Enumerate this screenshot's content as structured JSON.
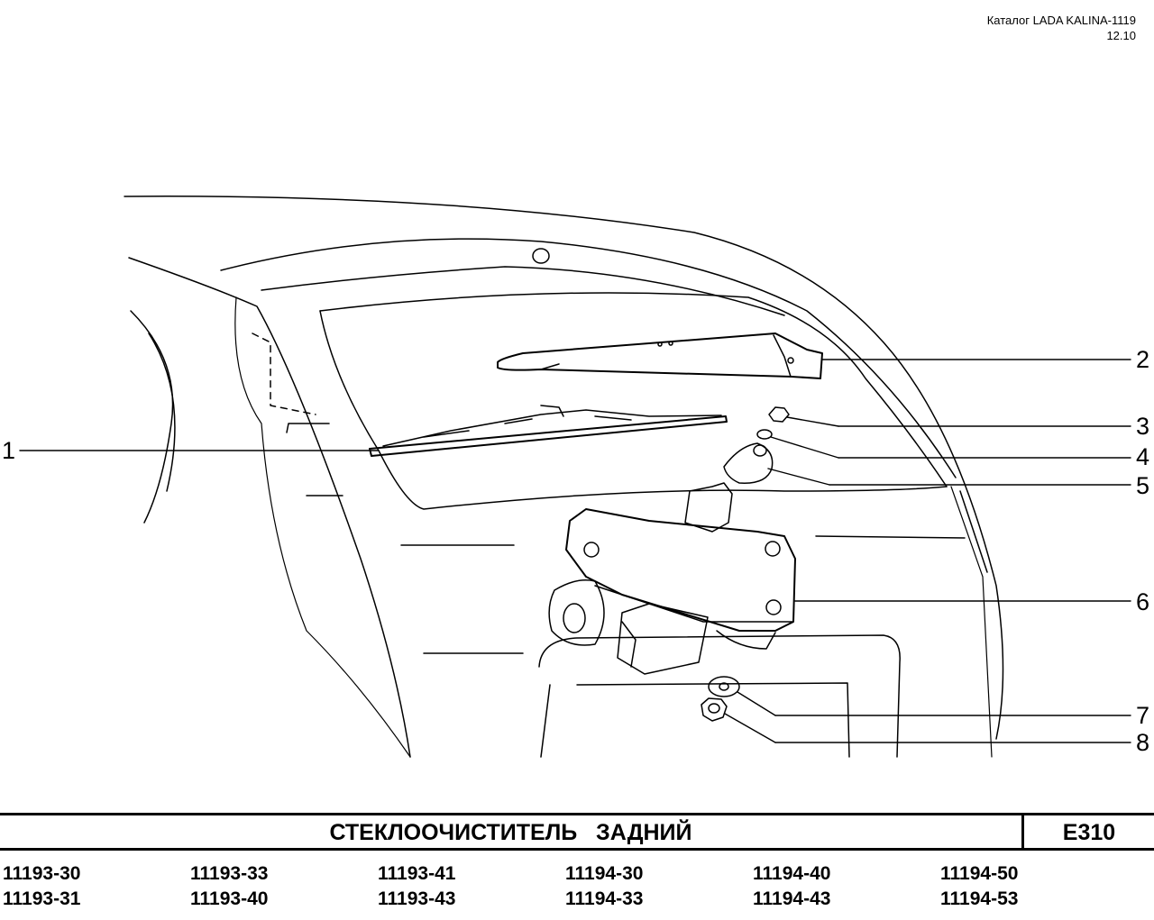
{
  "header": {
    "catalog": "Каталог LADA KALINA-1119",
    "date": "12.10"
  },
  "callouts": [
    "1",
    "2",
    "3",
    "4",
    "5",
    "6",
    "7",
    "8"
  ],
  "title": "СТЕКЛООЧИСТИТЕЛЬ   ЗАДНИЙ",
  "code": "E310",
  "models": [
    [
      "11193-30",
      "11193-31"
    ],
    [
      "11193-33",
      "11193-40"
    ],
    [
      "11193-41",
      "11193-43"
    ],
    [
      "11194-30",
      "11194-33"
    ],
    [
      "11194-40",
      "11194-43"
    ],
    [
      "11194-50",
      "11194-53"
    ]
  ]
}
